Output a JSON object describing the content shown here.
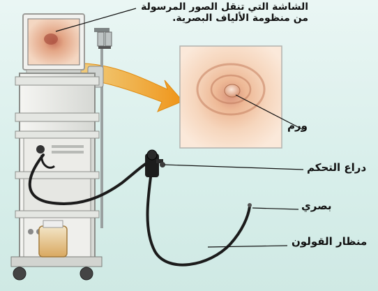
{
  "labels": {
    "monitor_line1": "الشاشة التي تنقل الصور المرسولة",
    "monitor_line2": "من منظومة الألياف البصرية.",
    "tumor": "ورم",
    "control_arm": "دراع التحكم",
    "optic": "بصري",
    "colonoscope": "منظار القولون"
  },
  "colors": {
    "background": "#dcefeb",
    "cart": "#e8e8e4",
    "arrow": "#f2a020",
    "tissue": "#e9b48f",
    "tube": "#1b1b1b"
  },
  "icons": [
    "monitor-icon",
    "endoscopy-cart-icon",
    "saline-bottle-icon",
    "control-handle-icon",
    "colonoscope-tube-icon"
  ]
}
